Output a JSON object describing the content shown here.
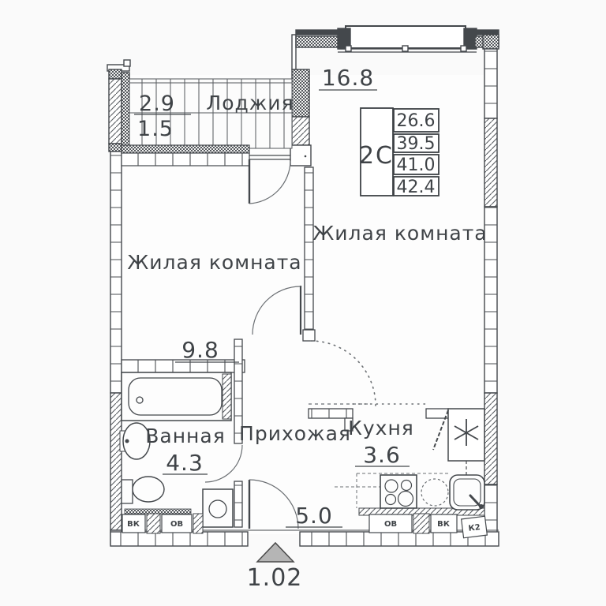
{
  "plan": {
    "title_hint": "apartment floor plan",
    "rooms": {
      "loggia": {
        "label": "Лоджия",
        "area_total": "2.9",
        "area_counted": "1.5"
      },
      "living_large": {
        "label": "Жилая комната",
        "area": "16.8"
      },
      "living_small": {
        "label": "Жилая комната",
        "area": "9.8"
      },
      "bathroom": {
        "label": "Ванная",
        "area": "4.3"
      },
      "hallway": {
        "label": "Прихожая",
        "area": "5.0"
      },
      "kitchen": {
        "label": "Кухня",
        "area": "3.6"
      }
    },
    "info_table": {
      "type_label": "2С",
      "values": [
        "26.6",
        "39.5",
        "41.0",
        "42.4"
      ]
    },
    "entrance": {
      "width_label": "1.02"
    },
    "utilities": {
      "left": [
        "ВК",
        "ОВ"
      ],
      "right": [
        "ОВ",
        "ВК",
        "К2"
      ]
    },
    "colors": {
      "line": "#44484c",
      "wall_fill": "#ffffff",
      "background": "#fafafa",
      "arrow_fill": "#b5b5b5"
    }
  }
}
